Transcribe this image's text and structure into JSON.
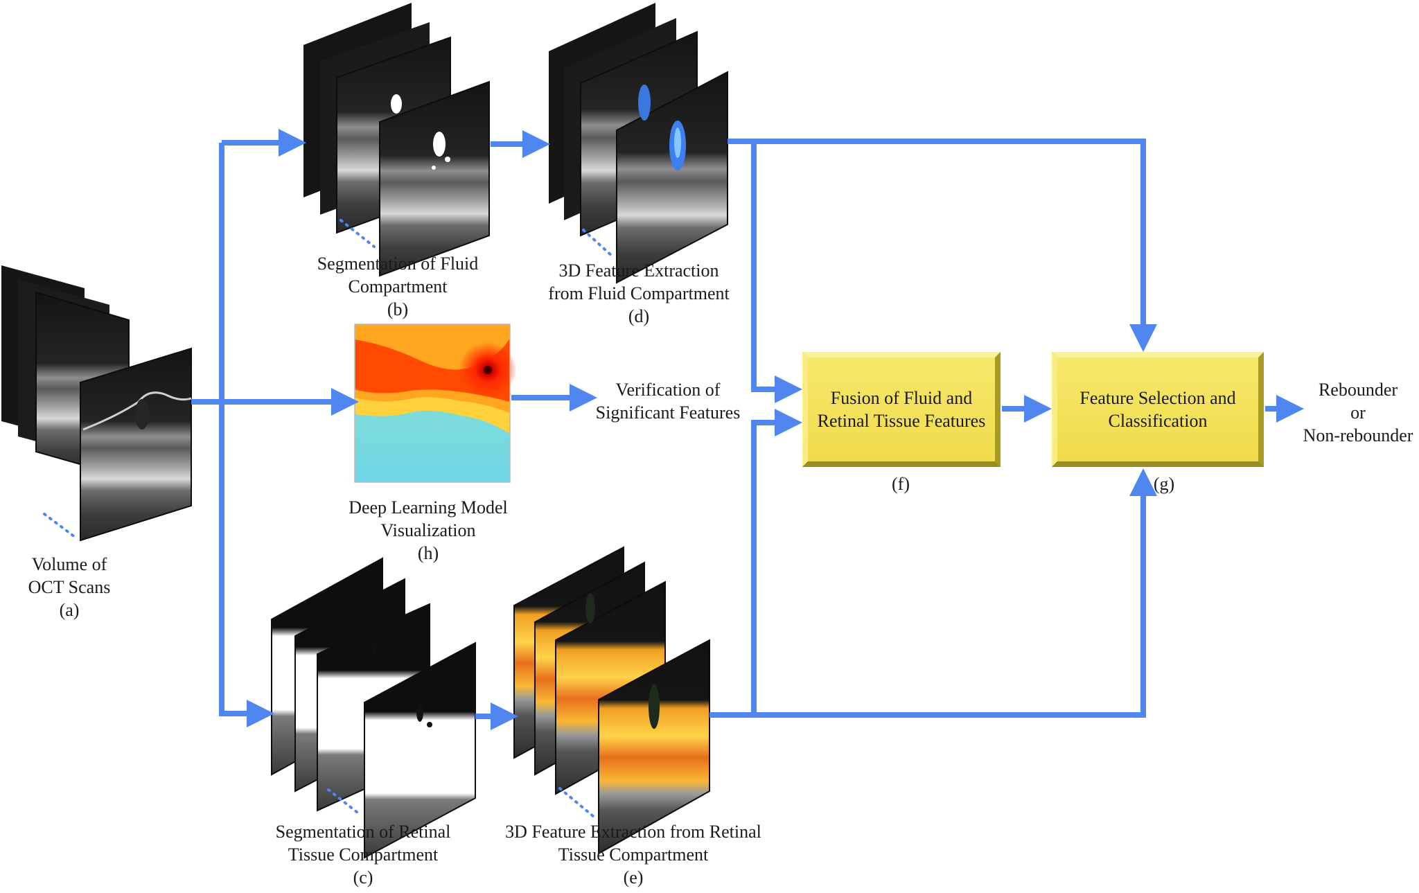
{
  "colors": {
    "arrow": "#4f86f0",
    "box_fill": "#f3e15a",
    "box_edge": "#c9b83a",
    "scan_dark": "#1b1b1b",
    "label": "#1a1a1a"
  },
  "nodes": {
    "a": {
      "line1": "Volume  of",
      "line2": "OCT Scans",
      "tag": "(a)"
    },
    "b": {
      "line1": "Segmentation  of Fluid",
      "line2": "Compartment",
      "tag": "(b)"
    },
    "c": {
      "line1": "Segmentation  of Retinal",
      "line2": "Tissue  Compartment",
      "tag": "(c)"
    },
    "d": {
      "line1": "3D Feature  Extraction",
      "line2": "from  Fluid  Compartment",
      "tag": "(d)"
    },
    "e": {
      "line1": "3D Feature  Extraction  from Retinal",
      "line2": "Tissue  Compartment",
      "tag": "(e)"
    },
    "f": {
      "line1": "Fusion  of Fluid  and",
      "line2": "Retinal  Tissue  Features",
      "tag": "(f)"
    },
    "g": {
      "line1": "Feature Selection  and",
      "line2": "Classification",
      "tag": "(g)"
    },
    "h": {
      "line1": "Deep Learning  Model",
      "line2": "Visualization",
      "tag": "(h)"
    },
    "verify": {
      "line1": "Verification  of",
      "line2": "Significant  Features"
    },
    "output": {
      "line1": "Rebounder",
      "line2": "or",
      "line3": "Non-rebounder"
    }
  },
  "icons": {
    "oct_stack": "oct-scan-stack-icon",
    "heatmap": "heatmap-icon",
    "arrow": "arrow-right-icon"
  }
}
